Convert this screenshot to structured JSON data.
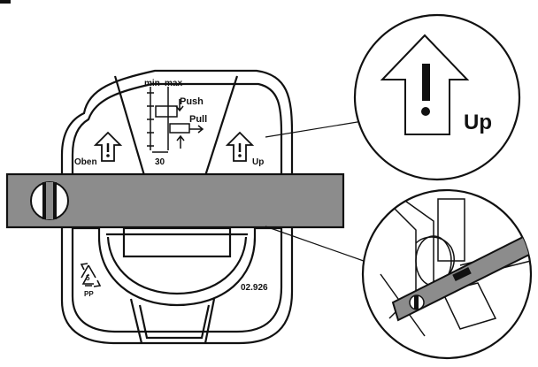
{
  "labels": {
    "min": "min",
    "max": "max",
    "push": "Push",
    "pull": "Pull",
    "scale_value": "30",
    "left_label": "Oben",
    "right_label": "Up",
    "recycle_code": "5",
    "recycle_material": "PP",
    "part_number": "02.926",
    "zoom_label": "Up"
  },
  "colors": {
    "outline": "#111111",
    "level_fill": "#8c8c8c",
    "background": "#ffffff"
  },
  "icons": [
    "warning-up-arrow-icon",
    "recycle-icon",
    "spirit-level-bubble-icon"
  ]
}
